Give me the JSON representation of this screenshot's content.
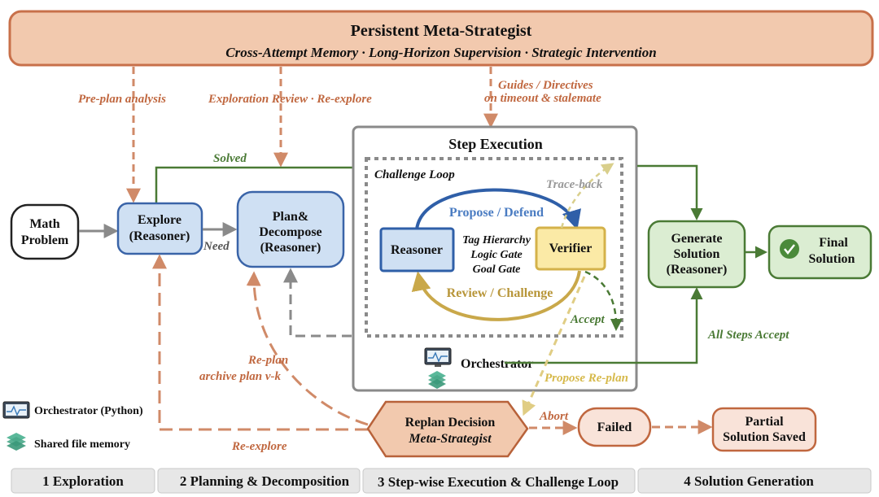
{
  "meta_strategist": {
    "title": "Persistent Meta-Strategist",
    "subtitle": "Cross-Attempt Memory · Long-Horizon Supervision · Strategic Intervention"
  },
  "edge_labels": {
    "pre_plan": "Pre-plan analysis",
    "exploration_review": "Exploration Review · Re-explore",
    "guides_1": "Guides / Directives",
    "guides_2": "on timeout & stalemate",
    "solved": "Solved",
    "need": "Need",
    "trace_back": "Trace-back",
    "accept": "Accept",
    "all_steps_accept": "All Steps Accept",
    "propose_replan": "Propose Re-plan",
    "replan_1": "Re-plan",
    "replan_2": "archive plan v-k",
    "re_explore": "Re-explore",
    "abort": "Abort"
  },
  "nodes": {
    "math_problem": [
      "Math",
      "Problem"
    ],
    "explore": [
      "Explore",
      "(Reasoner)"
    ],
    "plan": [
      "Plan&",
      "Decompose",
      "(Reasoner)"
    ],
    "step_execution": "Step Execution",
    "challenge_loop": "Challenge Loop",
    "reasoner": "Reasoner",
    "verifier": "Verifier",
    "propose_defend": "Propose / Defend",
    "review_challenge": "Review / Challenge",
    "gates": [
      "Tag Hierarchy",
      "Logic Gate",
      "Goal Gate"
    ],
    "orchestrator": "Orchestrator",
    "generate": [
      "Generate",
      "Solution",
      "(Reasoner)"
    ],
    "final": [
      "Final",
      "Solution"
    ],
    "replan": [
      "Replan Decision",
      "Meta-Strategist"
    ],
    "failed": "Failed",
    "partial": [
      "Partial",
      "Solution Saved"
    ]
  },
  "legend": {
    "orchestrator": "Orchestrator (Python)",
    "memory": "Shared file memory"
  },
  "phases": [
    "1  Exploration",
    "2  Planning & Decomposition",
    "3 Step-wise Execution & Challenge Loop",
    "4 Solution Generation"
  ],
  "colors": {
    "orange": "#c8704a",
    "orange_fill": "#f2c9ae",
    "blue": "#3a64a8",
    "blue_fill": "#cfe0f3",
    "green": "#4a7a35",
    "green_fill": "#dbedd2",
    "gold": "#d4b24a",
    "gold_fill": "#fbeaa6",
    "gray": "#7a7a7a"
  }
}
